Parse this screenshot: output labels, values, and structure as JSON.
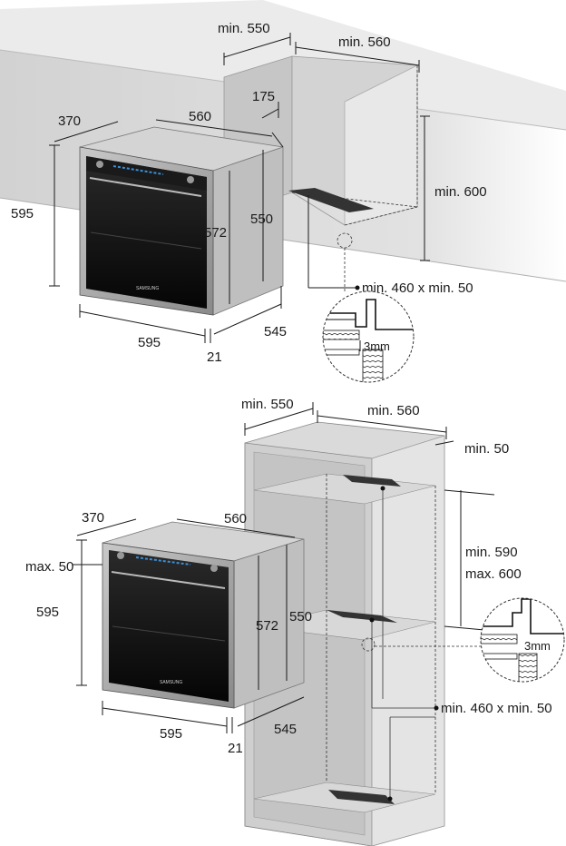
{
  "top": {
    "labels": {
      "cab_depth": "min. 550",
      "cab_width": "min. 560",
      "recess": "175",
      "cab_height": "min. 600",
      "vent": "min. 460 x min. 50",
      "detail": "3mm",
      "oven_depth": "370",
      "oven_width": "560",
      "oven_height": "595",
      "body_height": "572",
      "depth_550": "550",
      "width_595": "595",
      "depth_545": "545",
      "panel_21": "21"
    }
  },
  "bottom": {
    "labels": {
      "cab_depth": "min. 550",
      "cab_width": "min. 560",
      "back_gap": "min. 50",
      "niche_min": "min. 590",
      "niche_max": "max. 600",
      "vent": "min. 460 x min. 50",
      "detail": "3mm",
      "oven_depth": "370",
      "oven_width": "560",
      "oven_height": "595",
      "top_gap": "max. 50",
      "body_height": "572",
      "depth_550": "550",
      "width_595": "595",
      "depth_545": "545",
      "panel_21": "21"
    }
  },
  "colors": {
    "cabinet": "#d9d9d9",
    "cabinet_dark": "#bdbdbd",
    "oven_black": "#111111",
    "oven_steel": "#9a9a9a",
    "vent": "#3a3a3a",
    "display_blue": "#3a8fd6"
  },
  "brand": "SAMSUNG"
}
